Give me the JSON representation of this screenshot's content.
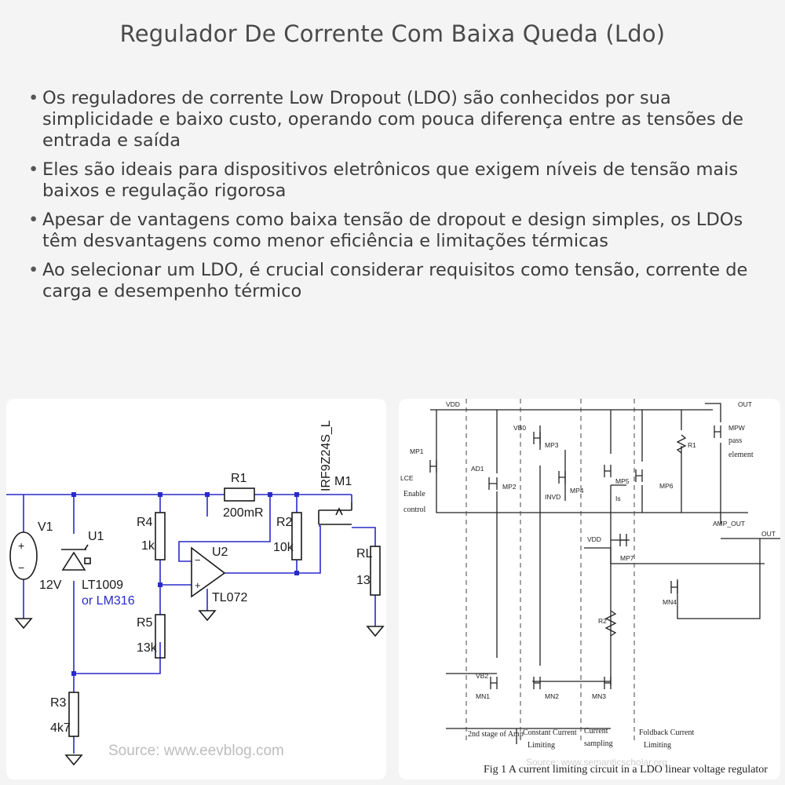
{
  "title": "Regulador De Corrente Com Baixa Queda (Ldo)",
  "bullets": [
    "Os reguladores de corrente Low Dropout (LDO) são conhecidos por sua simplicidade e baixo custo, operando com pouca diferença entre as tensões de entrada e saída",
    "Eles são ideais para dispositivos eletrônicos que exigem níveis de tensão mais baixos e regulação rigorosa",
    "Apesar de vantagens como baixa tensão de dropout e design simples, os LDOs têm desvantagens como menor eficiência e limitações térmicas",
    "Ao selecionar um LDO, é crucial considerar requisitos como tensão, corrente de carga e desempenho térmico"
  ],
  "left_circuit": {
    "source": "Source: www.eevblog.com",
    "labels": {
      "v1": "V1",
      "v1_val": "12V",
      "u1": "U1",
      "u1_part": "LT1009",
      "u1_alt": "or LM316",
      "r4": "R4",
      "r4_val": "1k",
      "r5": "R5",
      "r5_val": "13k",
      "r3": "R3",
      "r3_val": "4k7",
      "r1": "R1",
      "r1_val": "200mR",
      "r2": "R2",
      "r2_val": "10k",
      "u2": "U2",
      "u2_part": "TL072",
      "m1": "M1",
      "m1_part": "IRF9Z24S_L",
      "rl": "RL",
      "rl_val": "13",
      "plus": "+",
      "minus": "−"
    },
    "colors": {
      "wire": "#2a2acb",
      "component": "#1a1a1a",
      "alt_text": "#2a2acb"
    }
  },
  "right_circuit": {
    "source": "Source: www.semanticscholar.org",
    "caption": "Fig 1 A current limiting circuit in a LDO linear voltage regulator",
    "labels": {
      "vdd_top": "VDD",
      "out_top": "OUT",
      "vb0": "VB0",
      "mp3": "MP3",
      "mp1": "MP1",
      "ad1": "AD1",
      "mp2": "MP2",
      "invd": "INVD",
      "mp4": "MP4",
      "mp5": "MP5",
      "is": "Is",
      "r1": "R1",
      "mp6": "MP6",
      "mpw": "MPW",
      "pass": "pass",
      "element": "element",
      "lce": "LCE",
      "enable": "Enable",
      "control": "control",
      "amp_out": "AMP_OUT",
      "vdd_mid": "VDD",
      "mp7": "MP7",
      "out_right": "OUT",
      "mn4": "MN4",
      "r2": "R2",
      "vb2": "VB2",
      "mn1": "MN1",
      "mn2": "MN2",
      "mn3": "MN3",
      "sec1": "2nd stage of Amp",
      "sec2a": "Constant Current",
      "sec2b": "Limiting",
      "sec3a": "Current",
      "sec3b": "sampling",
      "sec4a": "Foldback Current",
      "sec4b": "Limiting"
    }
  }
}
